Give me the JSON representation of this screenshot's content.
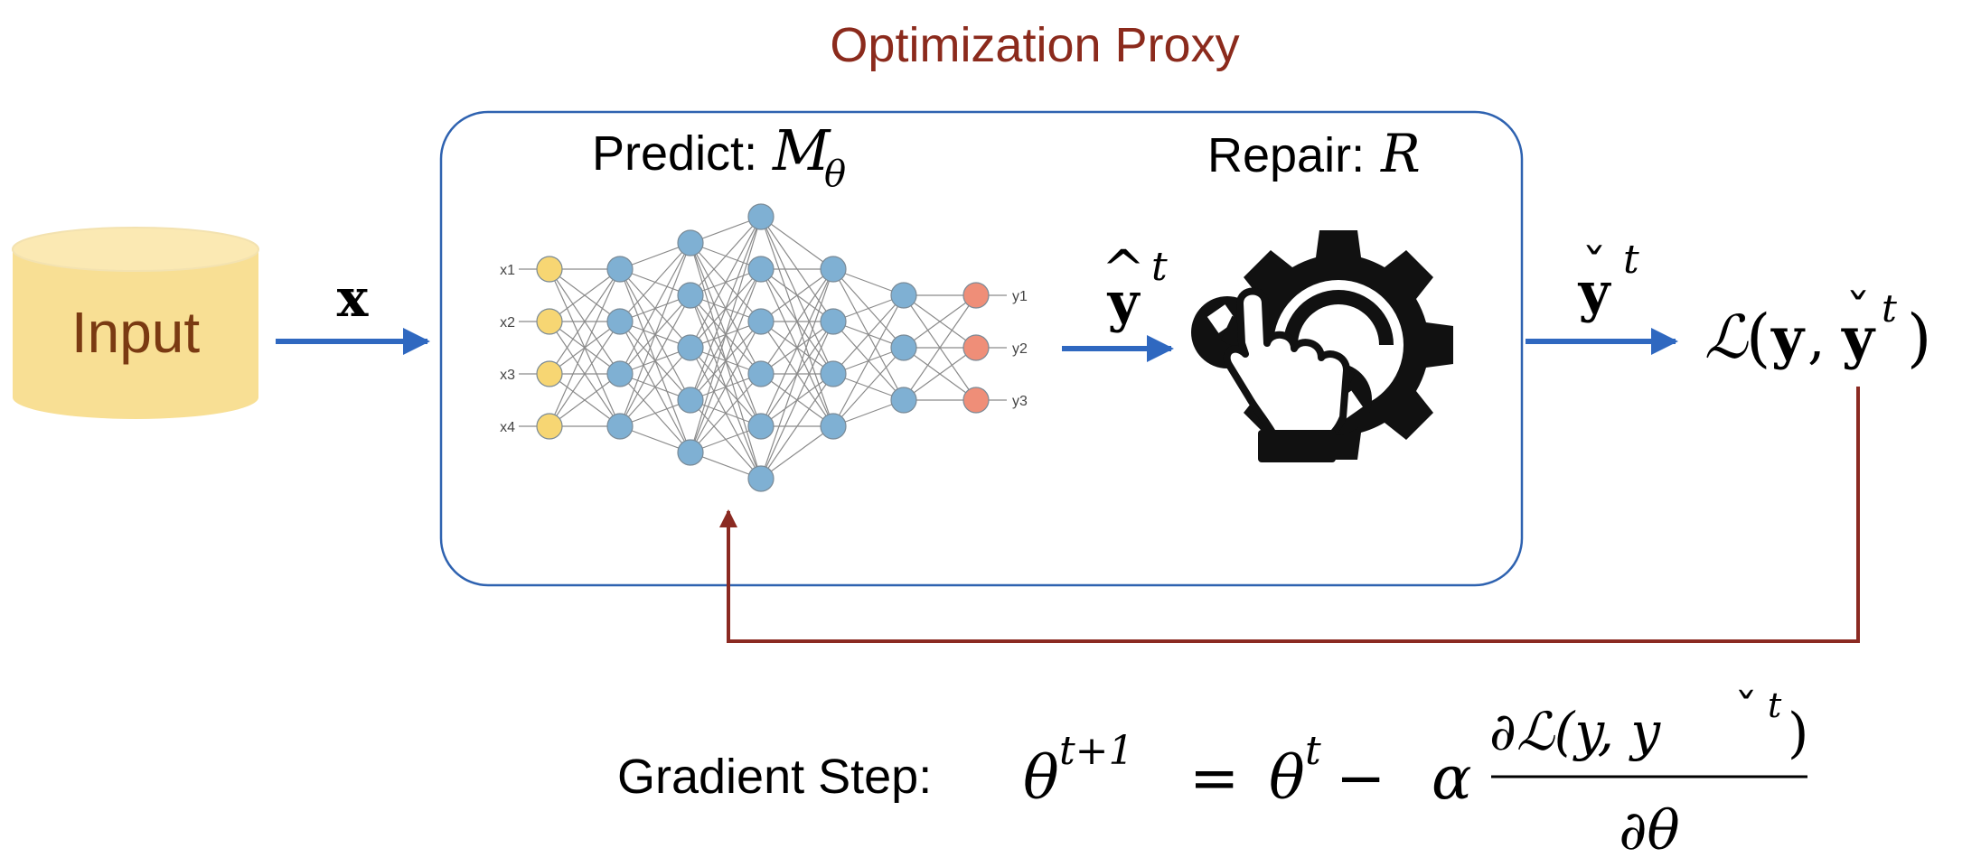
{
  "title": "Optimization Proxy",
  "input": {
    "label": "Input"
  },
  "x_label": "x",
  "predict": {
    "label": "Predict:",
    "symbol": "M",
    "subscript": "θ"
  },
  "repair": {
    "label": "Repair:",
    "symbol": "R"
  },
  "yhat": {
    "symbol": "y",
    "accent": "^",
    "superscript": "t"
  },
  "ycheck": {
    "symbol": "y",
    "accent": "ˇ",
    "superscript": "t"
  },
  "loss": {
    "script": "ℒ",
    "open": "(",
    "arg1": "y",
    "comma": ",",
    "arg2": "y",
    "arg2_accent": "ˇ",
    "arg2_sup": "t",
    "close": ")"
  },
  "gradient": {
    "label": "Gradient Step:",
    "theta": "θ",
    "sup_next": "t+1",
    "equals": "=",
    "sup_t": "t",
    "minus": "−",
    "alpha": "α",
    "numerator": "∂ℒ(y, y",
    "numerator_accent": "ˇ",
    "numerator_sup": "t",
    "numerator_close": ")",
    "denominator": "∂θ"
  },
  "network": {
    "inputs": [
      "x1",
      "x2",
      "x3",
      "x4"
    ],
    "outputs": [
      "y1",
      "y2",
      "y3"
    ],
    "layer_sizes": [
      4,
      4,
      5,
      6,
      4,
      3,
      3
    ]
  },
  "colors": {
    "title": "#8b2a1c",
    "box_border": "#2e62b0",
    "arrow_blue": "#2f68c0",
    "arrow_red": "#8b2a22",
    "input_fill": "#f8df94",
    "input_top": "#fbe9b3",
    "input_text": "#7a3a12",
    "node_input": "#f7d673",
    "node_hidden": "#7fb0d3",
    "node_output": "#ef8e78",
    "edge": "#8a8a8a",
    "icon": "#111111"
  }
}
